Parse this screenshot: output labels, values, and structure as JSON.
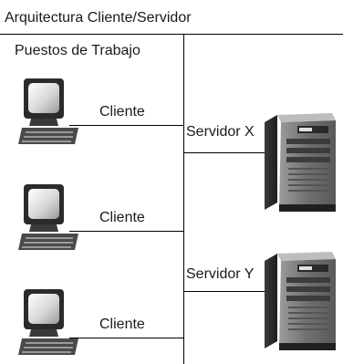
{
  "diagram": {
    "title": "Arquitectura Cliente/Servidor",
    "workstations_heading": "Puestos de Trabajo",
    "clients": [
      {
        "label": "Cliente",
        "icon": "computer-terminal-icon"
      },
      {
        "label": "Cliente",
        "icon": "computer-terminal-icon"
      },
      {
        "label": "Cliente",
        "icon": "computer-terminal-icon"
      }
    ],
    "servers": [
      {
        "label": "Servidor X",
        "icon": "server-tower-icon"
      },
      {
        "label": "Servidor Y",
        "icon": "server-tower-icon"
      }
    ],
    "colors": {
      "line": "#000000",
      "text": "#1a1a1a",
      "device_gray": "#6b6b6b",
      "device_dark": "#2a2a2a"
    }
  }
}
